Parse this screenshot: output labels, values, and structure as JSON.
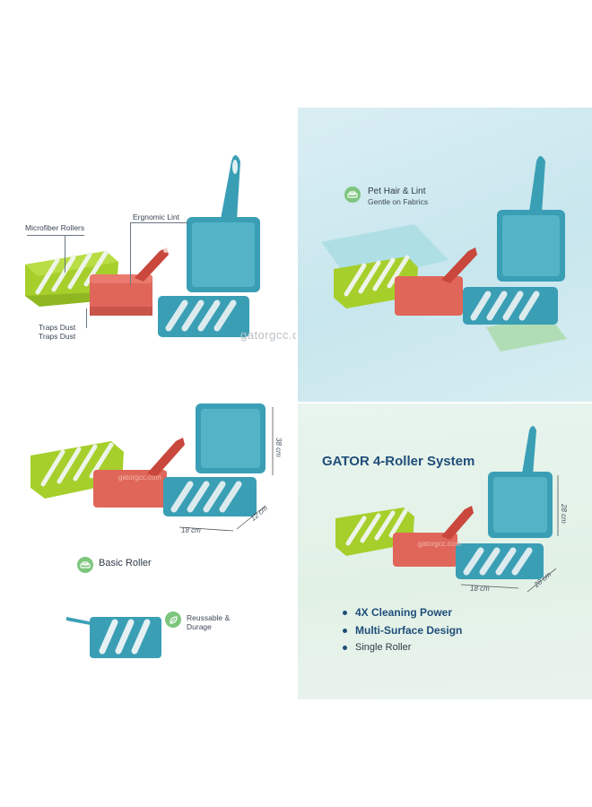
{
  "panels": {
    "anatomy": {
      "labels": {
        "microfiber": "Microfiber Rollers",
        "ergonomic": "Ergnomic Lint",
        "traps_1": "Traps Dust",
        "traps_2": "Traps Dust"
      },
      "watermark": "gatorgcc.com"
    },
    "pet": {
      "feature_title": "Pet Hair & Lint",
      "feature_subtitle": "Gentle on Fabrics",
      "icon": "sofa-icon"
    },
    "dimensions": {
      "height": "38 cm",
      "width": "18 cm",
      "depth": "12 cm",
      "product_watermark": "gatorgcc.com",
      "feature_1": "Basic Roller",
      "feature_1_icon": "sofa-icon",
      "feature_2_line1": "Reussable &",
      "feature_2_line2": "Durage",
      "feature_2_icon": "leaf-icon"
    },
    "system": {
      "headline": "GATOR 4-Roller System",
      "height": "28 cm",
      "width": "18 cm",
      "depth": "28 cm",
      "product_watermark": "gatorgcc.com",
      "bullets": [
        "4X Cleaning Power",
        "Multi-Surface Design",
        "Single Roller"
      ]
    }
  },
  "colors": {
    "green_case": "#a6cf2c",
    "red_case": "#e0665a",
    "blue_case": "#3a9fb5",
    "headline": "#1f4d79",
    "badge": "#7cc67d"
  }
}
